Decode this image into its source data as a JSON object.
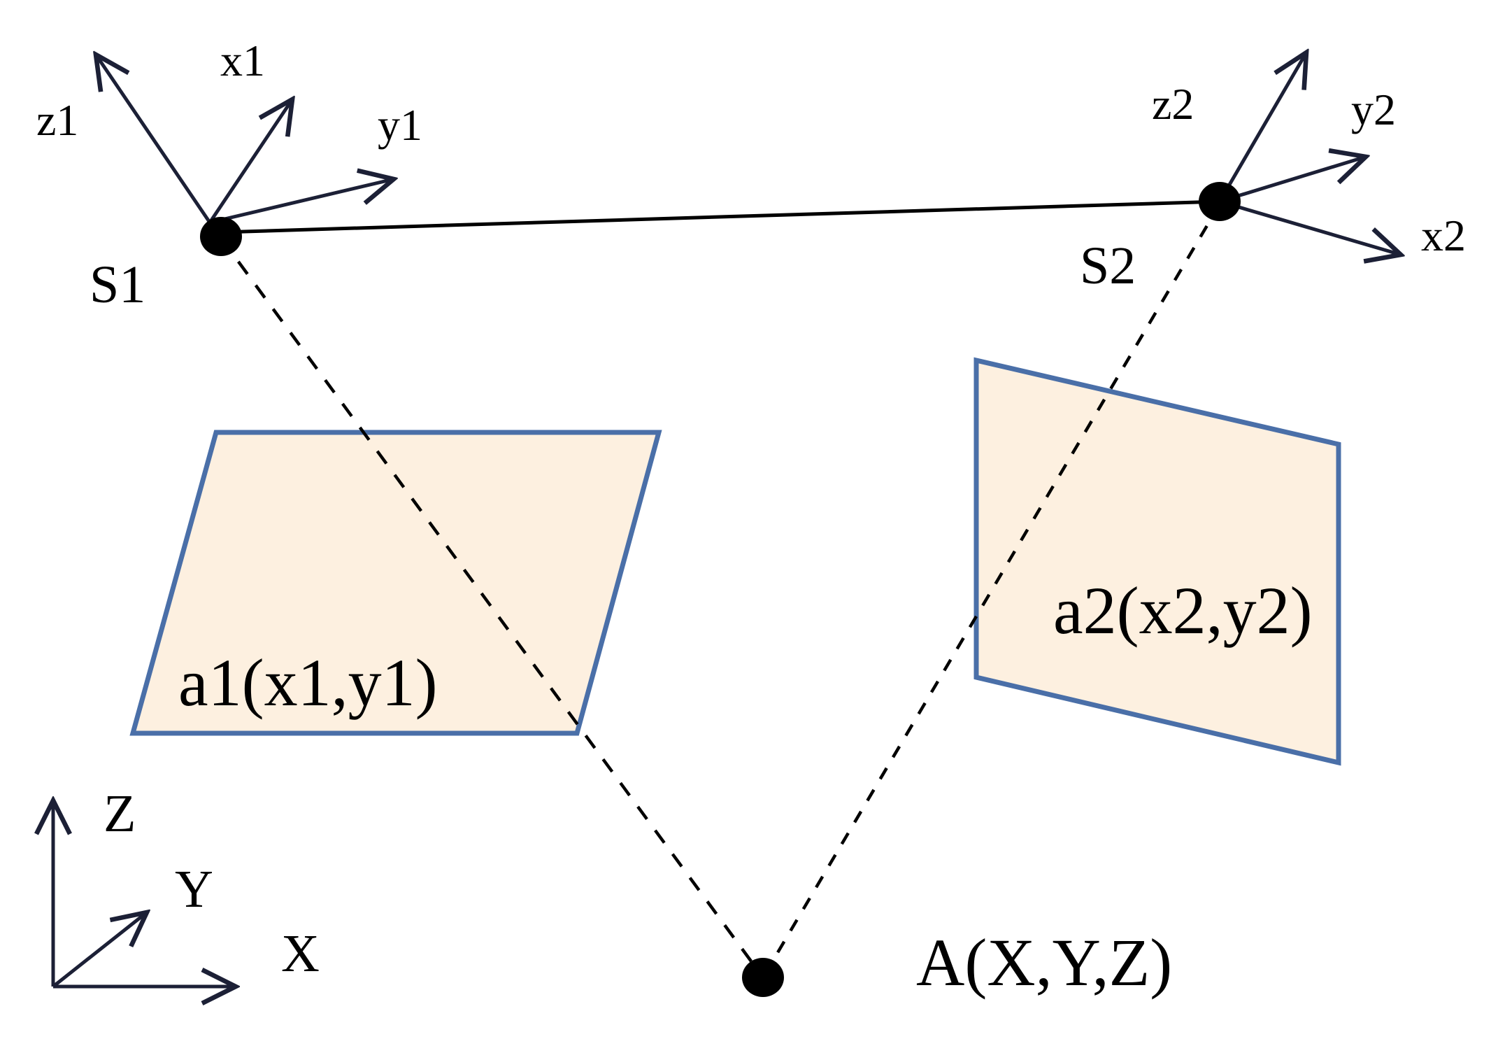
{
  "colors": {
    "axis": "#1c2036",
    "line": "#000000",
    "plane_fill": "#fdf0e0",
    "plane_stroke": "#4a6fa8",
    "point": "#000000"
  },
  "camera1": {
    "name": "S1",
    "axes": {
      "z": "z1",
      "x": "x1",
      "y": "y1"
    }
  },
  "camera2": {
    "name": "S2",
    "axes": {
      "z": "z2",
      "y": "y2",
      "x": "x2"
    }
  },
  "world_axes": {
    "z": "Z",
    "y": "Y",
    "x": "X"
  },
  "image_point1": "a1(x1,y1)",
  "image_point2": "a2(x2,y2)",
  "object_point": "A(X,Y,Z)"
}
